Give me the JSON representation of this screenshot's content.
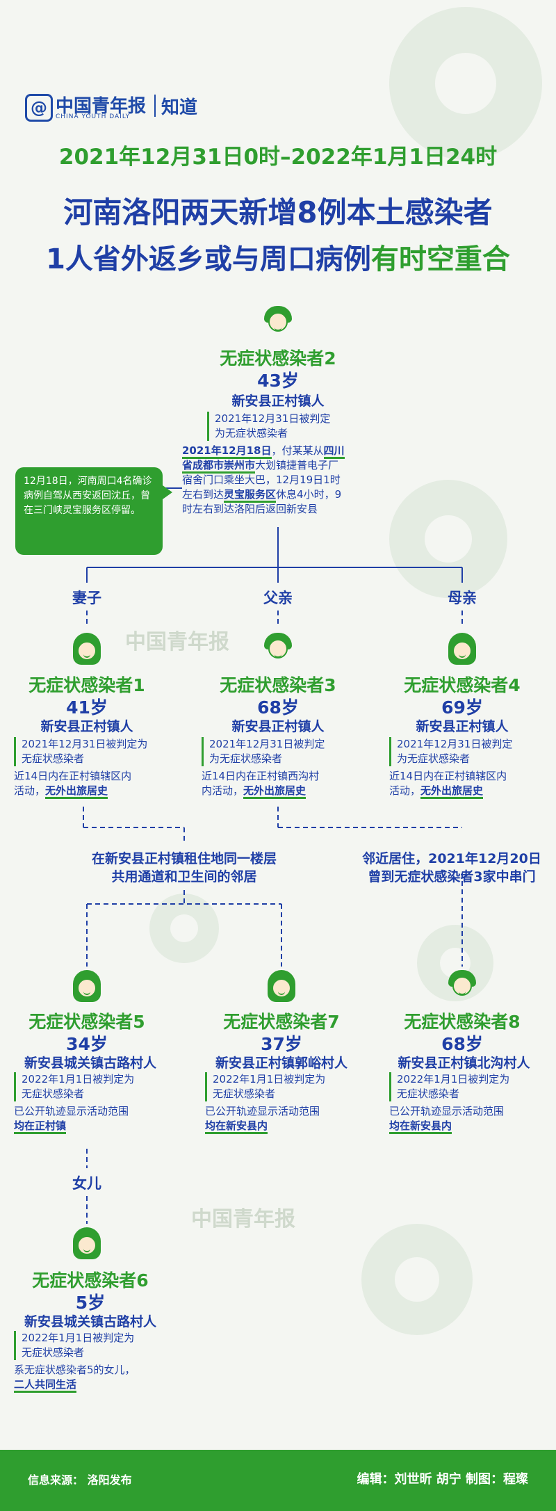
{
  "header": {
    "logo_mark": "@",
    "logo_main": "中国青年报",
    "logo_sub": "CHINA YOUTH DAILY",
    "logo_know": "知道"
  },
  "date_range": "2021年12月31日0时–2022年1月1日24时",
  "title_line1": "河南洛阳两天新增8例本土感染者",
  "title_line2_blue": "1人省外返乡或与周口病例",
  "title_line2_green": "有时空重合",
  "watermark": "中国青年报",
  "bubble_text": "12月18日，河南周口4名确诊病例自驾从西安返回沈丘，曾在三门峡灵宝服务区停留。",
  "case2": {
    "title": "无症状感染者2",
    "age": "43岁",
    "location": "新安县正村镇人",
    "note": [
      "2021年12月31日被判定",
      "为无症状感染者"
    ],
    "detail": {
      "date": "2021年12月18日",
      "p1": "，付某某从",
      "place1": "四川",
      "place2": "省成都市崇州市",
      "p2": "大划镇捷普电子厂",
      "p3": "宿舍门口乘坐大巴，12月19日1时",
      "p4": "左右到达",
      "place3": "灵宝服务区",
      "p5": "休息4小时，9",
      "p6": "时左右到达洛阳后返回新安县"
    }
  },
  "relations": {
    "wife": "妻子",
    "father": "父亲",
    "mother": "母亲",
    "daughter": "女儿"
  },
  "case1": {
    "title": "无症状感染者1",
    "age": "41岁",
    "location": "新安县正村镇人",
    "note": [
      "2021年12月31日被判定为",
      "无症状感染者"
    ],
    "detail": [
      "近14日内在正村镇辖区内",
      "活动，"
    ],
    "highlight": "无外出旅居史"
  },
  "case3": {
    "title": "无症状感染者3",
    "age": "68岁",
    "location": "新安县正村镇人",
    "note": [
      "2021年12月31日被判定",
      "为无症状感染者"
    ],
    "detail": [
      "近14日内在正村镇西沟村",
      "内活动，"
    ],
    "highlight": "无外出旅居史"
  },
  "case4": {
    "title": "无症状感染者4",
    "age": "69岁",
    "location": "新安县正村镇人",
    "note": [
      "2021年12月31日被判定",
      "为无症状感染者"
    ],
    "detail": [
      "近14日内在正村镇辖区内",
      "活动，"
    ],
    "highlight": "无外出旅居史"
  },
  "link_neighbors": [
    "在新安县正村镇租住地同一楼层",
    "共用通道和卫生间的邻居"
  ],
  "link_near": [
    "邻近居住，2021年12月20日",
    "曾到无症状感染者3家中串门"
  ],
  "case5": {
    "title": "无症状感染者5",
    "age": "34岁",
    "location": "新安县城关镇古路村人",
    "note": [
      "2022年1月1日被判定为",
      "无症状感染者"
    ],
    "detail": [
      "已公开轨迹显示活动范围"
    ],
    "highlight": "均在正村镇"
  },
  "case7": {
    "title": "无症状感染者7",
    "age": "37岁",
    "location": "新安县正村镇郭峪村人",
    "note": [
      "2022年1月1日被判定为",
      "无症状感染者"
    ],
    "detail": [
      "已公开轨迹显示活动范围"
    ],
    "highlight": "均在新安县内"
  },
  "case8": {
    "title": "无症状感染者8",
    "age": "68岁",
    "location": "新安县正村镇北沟村人",
    "note": [
      "2022年1月1日被判定为",
      "无症状感染者"
    ],
    "detail": [
      "已公开轨迹显示活动范围"
    ],
    "highlight": "均在新安县内"
  },
  "case6": {
    "title": "无症状感染者6",
    "age": "5岁",
    "location": "新安县城关镇古路村人",
    "note": [
      "2022年1月1日被判定为",
      "无症状感染者"
    ],
    "detail": [
      "系无症状感染者5的女儿，"
    ],
    "highlight": "二人共同生活"
  },
  "footer": {
    "source": "信息来源：  洛阳发布",
    "credits": "编辑：刘世昕  胡宁     制图：程璨"
  },
  "colors": {
    "green": "#2f9e2f",
    "blue": "#1f3fa6",
    "background": "#f4f6f2"
  }
}
